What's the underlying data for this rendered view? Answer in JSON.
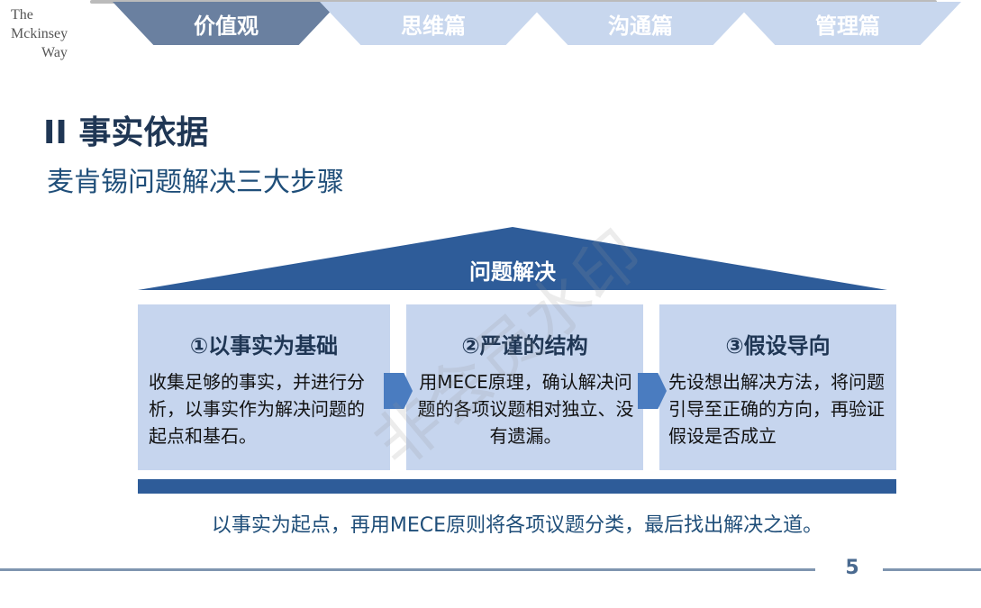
{
  "logo": {
    "line1": "The",
    "line2": "Mckinsey",
    "line3": "Way"
  },
  "tabs": [
    {
      "label": "价值观",
      "active": true
    },
    {
      "label": "思维篇"
    },
    {
      "label": "沟通篇"
    },
    {
      "label": "管理篇"
    }
  ],
  "title": "II 事实依据",
  "subtitle": "麦肯锡问题解决三大步骤",
  "roof": {
    "label": "问题解决"
  },
  "steps": [
    {
      "title": "①以事实为基础",
      "text": "收集足够的事实，并进行分析，以事实作为解决问题的起点和基石。"
    },
    {
      "title": "②严谨的结构",
      "text": "用MECE原理，确认解决问题的各项议题相对独立、没有遗漏。"
    },
    {
      "title": "③假设导向",
      "text": "先设想出解决方法，将问题引导至正确的方向，再验证假设是否成立"
    }
  ],
  "summary": "以事实为起点，再用MECE原则将各项议题分类，最后找出解决之道。",
  "page_number": "5",
  "watermark": "非会员水印",
  "colors": {
    "primary": "#2e5c99",
    "box": "#c6d5ee",
    "active_tab": "#6a80a0",
    "inactive_tab": "#c8d7ee"
  }
}
